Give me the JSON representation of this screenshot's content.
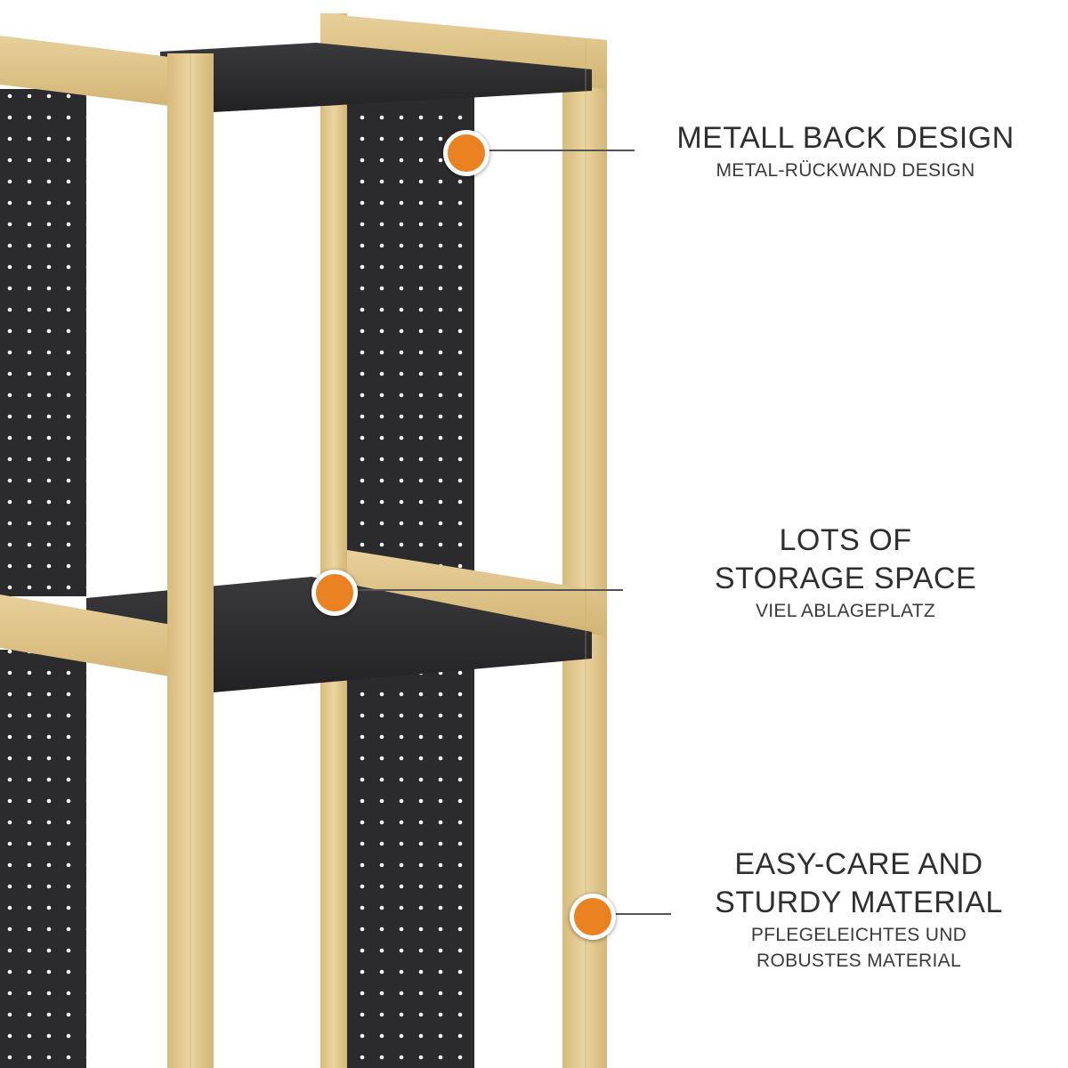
{
  "features": [
    {
      "title": "METALL BACK DESIGN",
      "subtitle": "METAL-RÜCKWAND DESIGN"
    },
    {
      "title_lines": [
        "LOTS OF",
        "STORAGE SPACE"
      ],
      "subtitle": "VIEL ABLAGEPLATZ"
    },
    {
      "title_lines": [
        "EASY-CARE AND",
        "STURDY MATERIAL"
      ],
      "subtitle_lines": [
        "PFLEGELEICHTES UND",
        "ROBUSTES MATERIAL"
      ]
    }
  ],
  "colors": {
    "accent_dot": "#ea8222",
    "wood": "#e2c88f",
    "wood_shadow": "#c9ab6c",
    "metal": "#2b2b2d",
    "text": "#2f2f2f"
  },
  "icons": [
    "orange-callout-dot"
  ]
}
